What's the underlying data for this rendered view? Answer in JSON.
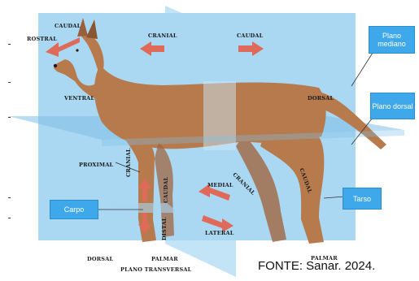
{
  "labels": {
    "caudal_head": "CAUDAL",
    "rostral": "ROSTRAL",
    "cranial_top": "CRANIAL",
    "caudal_top": "CAUDAL",
    "ventral": "VENTRAL",
    "dorsal": "DORSAL",
    "proximal": "PROXIMAL",
    "cranial_leg": "CRANIAL",
    "caudal_leg": "CAUDAL",
    "distal": "DISTAL",
    "medial": "MEDIAL",
    "lateral": "LATERAL",
    "cranial_hind": "CRANIAL",
    "caudal_hind": "CAUDAL",
    "dorsal_paw": "DORSAL",
    "palmar_front": "PALMAR",
    "plantar_hind": "PALMAR",
    "transverse_plane": "PLANO TRANSVERSAL"
  },
  "callouts": {
    "median_plane": "Plano mediano",
    "dorsal_plane": "Plano dorsal",
    "carpus": "Carpo",
    "tarsus": "Tarso"
  },
  "source": "FONTE: Sanar. 2024.",
  "colors": {
    "plane_blue": "#8ec9ec",
    "dog_brown": "#b77a4c",
    "arrow_red": "#e06a5a",
    "callout_blue": "#3ea8ea"
  }
}
